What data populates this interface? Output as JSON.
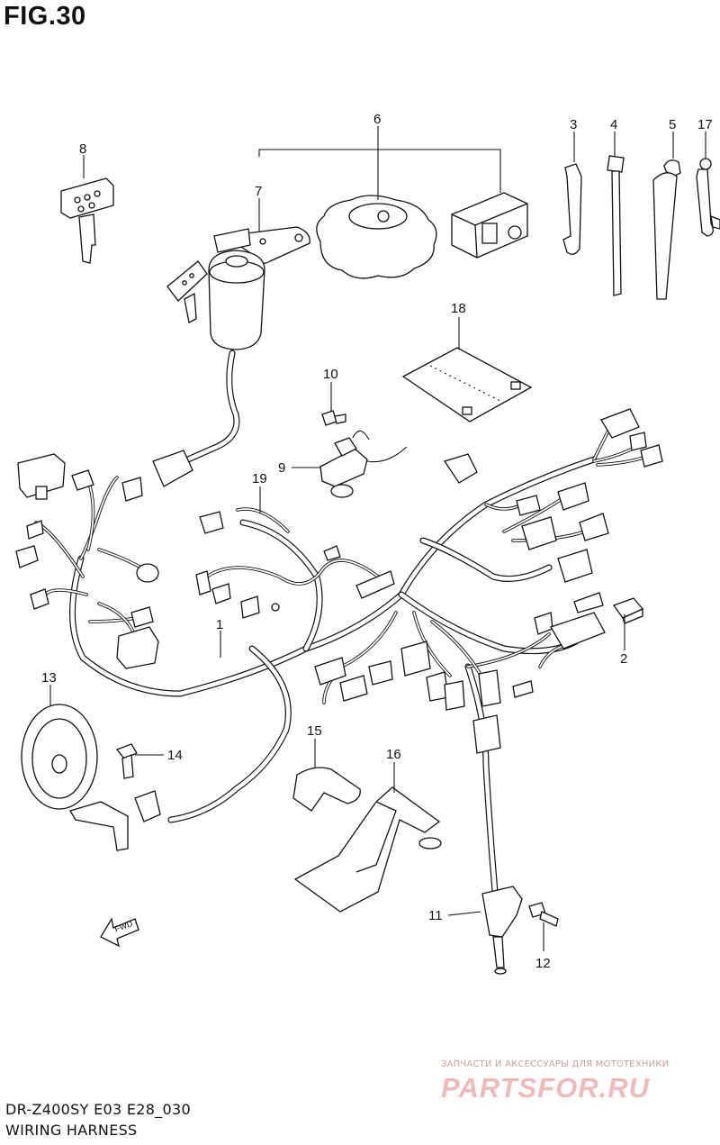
{
  "figure": {
    "title": "FIG.30"
  },
  "footer": {
    "model_code": "DR-Z400SY E03 E28_030",
    "section_name": "WIRING HARNESS"
  },
  "watermark": {
    "tagline": "ЗАПЧАСТИ И АКСЕССУАРЫ ДЛЯ МОТОТЕХНИКИ",
    "brand": "PARTSFOR.RU"
  },
  "direction": {
    "label": "FWD"
  },
  "callouts": [
    {
      "id": "c1",
      "number": "1"
    },
    {
      "id": "c2",
      "number": "2"
    },
    {
      "id": "c3",
      "number": "3"
    },
    {
      "id": "c4",
      "number": "4"
    },
    {
      "id": "c5",
      "number": "5"
    },
    {
      "id": "c6",
      "number": "6"
    },
    {
      "id": "c7",
      "number": "7"
    },
    {
      "id": "c8",
      "number": "8"
    },
    {
      "id": "c9",
      "number": "9"
    },
    {
      "id": "c10",
      "number": "10"
    },
    {
      "id": "c11",
      "number": "11"
    },
    {
      "id": "c12",
      "number": "12"
    },
    {
      "id": "c13",
      "number": "13"
    },
    {
      "id": "c14",
      "number": "14"
    },
    {
      "id": "c15",
      "number": "15"
    },
    {
      "id": "c16",
      "number": "16"
    },
    {
      "id": "c17",
      "number": "17"
    },
    {
      "id": "c18",
      "number": "18"
    },
    {
      "id": "c19",
      "number": "19"
    }
  ]
}
